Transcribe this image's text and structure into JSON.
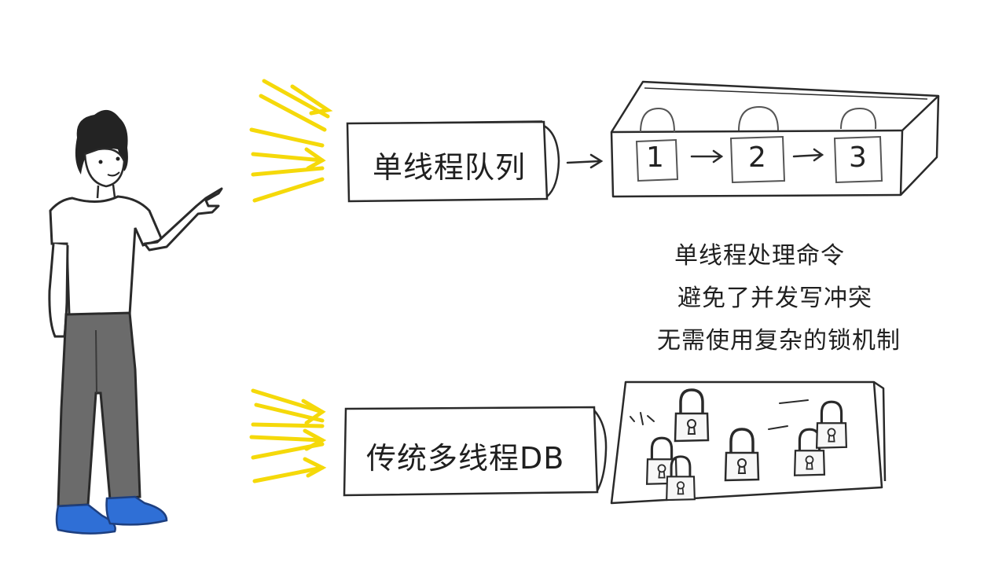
{
  "queue_box": {
    "label": "单线程队列",
    "items": [
      "1",
      "2",
      "3"
    ]
  },
  "notes": [
    "单线程处理命令",
    "避免了并发写冲突",
    "无需使用复杂的锁机制"
  ],
  "db_box": {
    "label": "传统多线程DB"
  },
  "colors": {
    "highlight": "#f5d90a",
    "shoe": "#2f6fd6",
    "pants": "#6b6b6b",
    "ink": "#2a2a2a"
  }
}
